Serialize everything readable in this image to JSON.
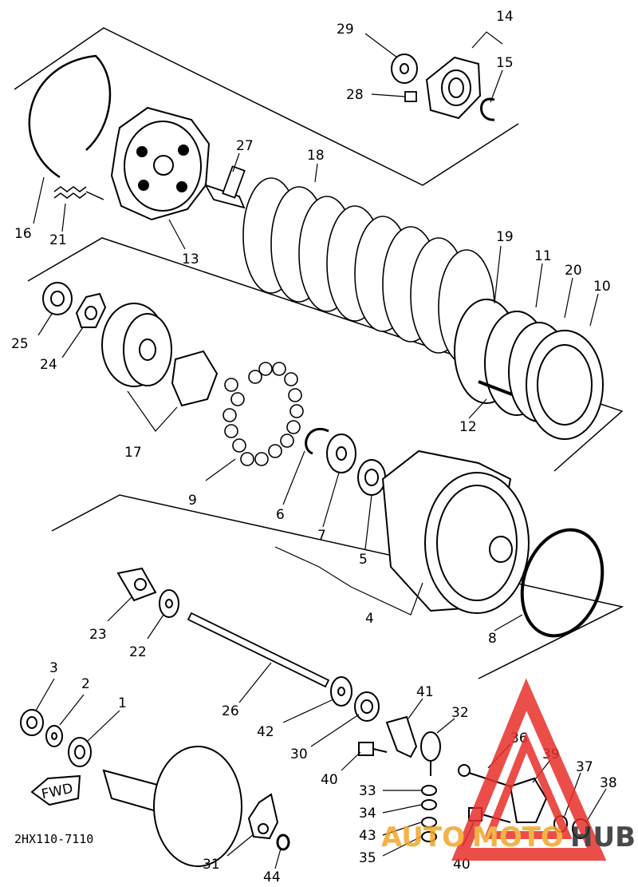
{
  "diagram": {
    "code": "2HX110-7110",
    "fwd_label": "FWD",
    "watermark": {
      "part1": "AUTO",
      "part2": "MOTO",
      "part3": "HUB"
    },
    "callouts": {
      "c1": "1",
      "c2": "2",
      "c3": "3",
      "c4": "4",
      "c5": "5",
      "c6": "6",
      "c7": "7",
      "c8": "8",
      "c9": "9",
      "c10": "10",
      "c11": "11",
      "c12": "12",
      "c13": "13",
      "c14": "14",
      "c15": "15",
      "c16": "16",
      "c17": "17",
      "c18": "18",
      "c19": "19",
      "c20": "20",
      "c21": "21",
      "c22": "22",
      "c23": "23",
      "c24": "24",
      "c25": "25",
      "c26": "26",
      "c27": "27",
      "c28": "28",
      "c29": "29",
      "c30": "30",
      "c31": "31",
      "c32": "32",
      "c33": "33",
      "c34": "34",
      "c35": "35",
      "c36": "36",
      "c37": "37",
      "c38": "38",
      "c39": "39",
      "c40a": "40",
      "c40b": "40",
      "c41": "41",
      "c42": "42",
      "c43": "43",
      "c44": "44"
    },
    "colors": {
      "line": "#000000",
      "watermark_red": "#e8302a",
      "watermark_orange": "#f2a627",
      "watermark_dark": "#2a2a2a"
    }
  }
}
